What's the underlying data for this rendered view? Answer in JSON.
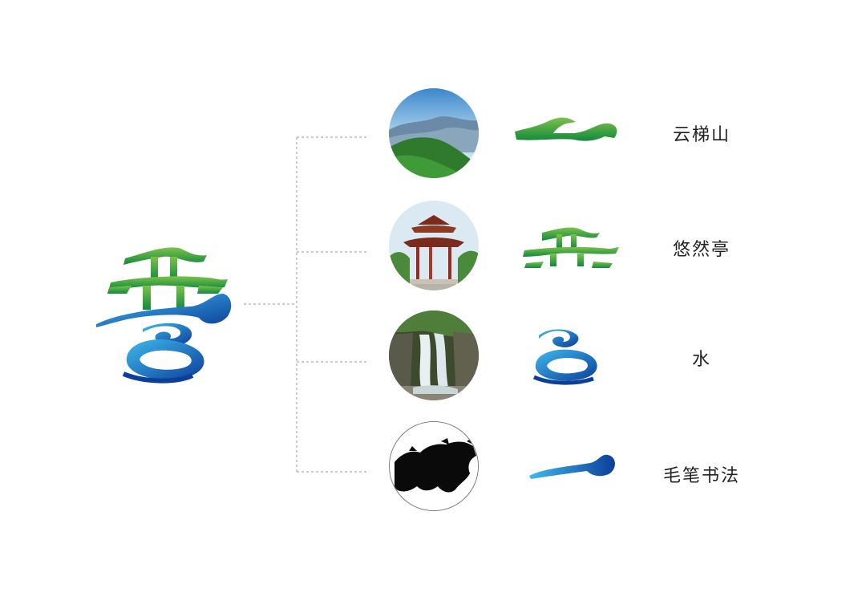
{
  "colors": {
    "green_light": "#7dc24a",
    "green_dark": "#11893d",
    "blue_light": "#3fb9ec",
    "blue_dark": "#0c3f9a",
    "connector": "#9a9a9a",
    "label_text": "#222222"
  },
  "main_logo": {
    "icon": "pavilion-water-logo-icon"
  },
  "items": [
    {
      "photo": "mountain-photo",
      "icon": "mountain-stroke-icon",
      "label": "云梯山"
    },
    {
      "photo": "pavilion-photo",
      "icon": "pavilion-roof-icon",
      "label": "悠然亭"
    },
    {
      "photo": "waterfall-photo",
      "icon": "water-swirl-icon",
      "label": "水"
    },
    {
      "photo": "brush-ink-photo",
      "icon": "brush-stroke-icon",
      "label": "毛笔书法"
    }
  ]
}
